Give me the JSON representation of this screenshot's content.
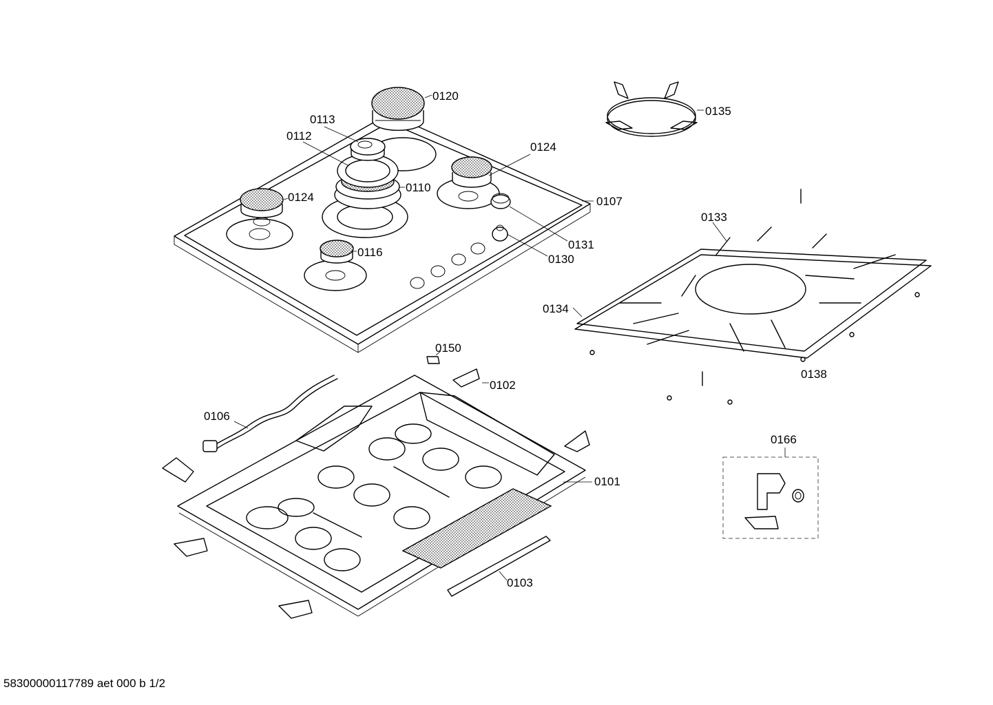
{
  "drawing": {
    "footer_code": "58300000117789 aet 000 b 1/2"
  },
  "part_labels": {
    "p0120": "0120",
    "p0113": "0113",
    "p0112": "0112",
    "p0124a": "0124",
    "p0124b": "0124",
    "p0110": "0110",
    "p0107": "0107",
    "p0131": "0131",
    "p0130": "0130",
    "p0116": "0116",
    "p0135": "0135",
    "p0133": "0133",
    "p0134": "0134",
    "p0138": "0138",
    "p0150": "0150",
    "p0102": "0102",
    "p0106": "0106",
    "p0101": "0101",
    "p0103": "0103",
    "p0166": "0166"
  }
}
